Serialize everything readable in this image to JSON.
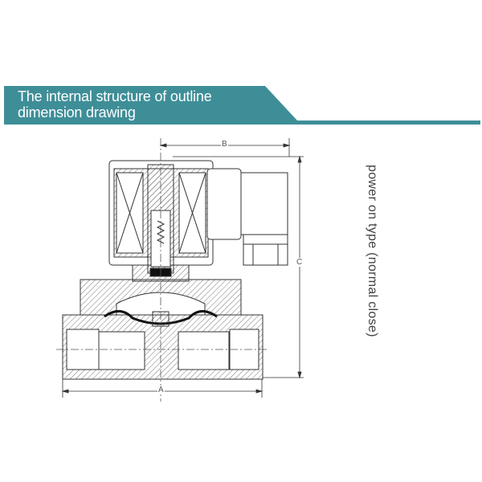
{
  "header": {
    "title_line1": "The internal structure of outline",
    "title_line2": "dimension drawing",
    "banner_color": "#3e8e98"
  },
  "drawing": {
    "dimension_a": "A",
    "dimension_b": "B",
    "dimension_c": "C",
    "side_label": "power on type (normal close)"
  }
}
